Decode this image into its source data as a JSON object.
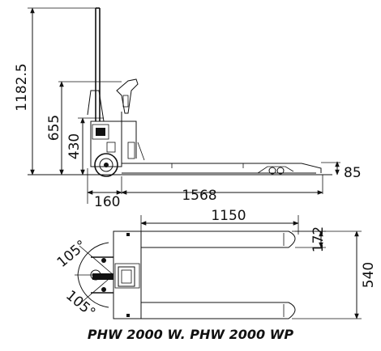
{
  "side_view": {
    "height_total": "1182.5",
    "height_mid": "655",
    "height_low": "430",
    "fork_height": "85",
    "wheel_offset": "160",
    "fork_length": "1568"
  },
  "top_view": {
    "fork_length": "1150",
    "fork_width": "172",
    "overall_width": "540",
    "angle_top": "105°",
    "angle_bottom": "105°"
  },
  "caption": "PHW 2000 W. PHW 2000 WP"
}
